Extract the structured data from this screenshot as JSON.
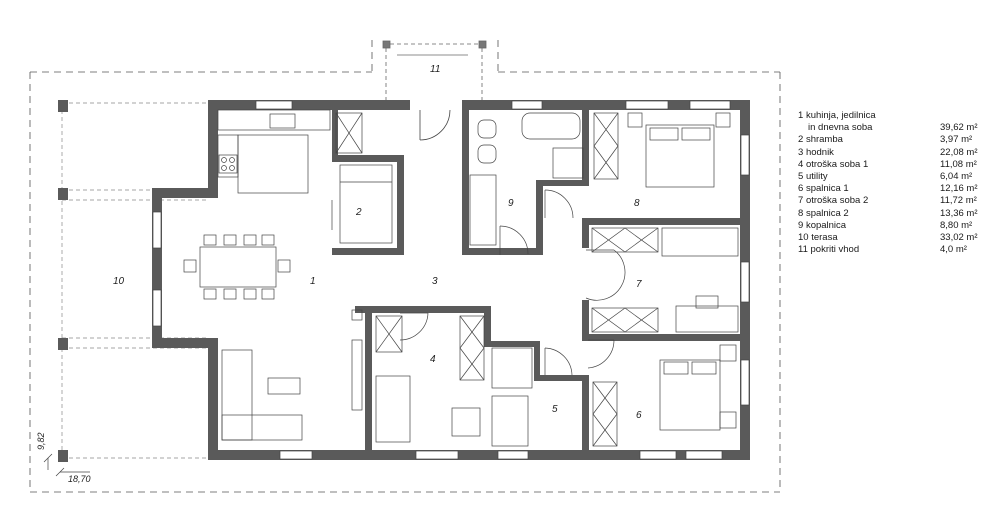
{
  "rooms": [
    {
      "num": "1",
      "name": "kuhinja, jedilnica",
      "name2": "in dnevna soba",
      "area": "39,62 m²"
    },
    {
      "num": "2",
      "name": "shramba",
      "area": "3,97 m²"
    },
    {
      "num": "3",
      "name": "hodnik",
      "area": "22,08 m²"
    },
    {
      "num": "4",
      "name": "otroška soba 1",
      "area": "11,08 m²"
    },
    {
      "num": "5",
      "name": "utility",
      "area": "6,04 m²"
    },
    {
      "num": "6",
      "name": "spalnica 1",
      "area": "12,16 m²"
    },
    {
      "num": "7",
      "name": "otroška soba 2",
      "area": "11,72 m²"
    },
    {
      "num": "8",
      "name": "spalnica 2",
      "area": "13,36 m²"
    },
    {
      "num": "9",
      "name": "kopalnica",
      "area": "8,80 m²"
    },
    {
      "num": "10",
      "name": "terasa",
      "area": "33,02 m²"
    },
    {
      "num": "11",
      "name": "pokriti vhod",
      "area": "4,0 m²"
    }
  ],
  "dimensions": {
    "width": "18,70",
    "depth": "9,82"
  },
  "colors": {
    "wall": "#5a5a5a",
    "line": "#333333",
    "dashed": "#777777"
  }
}
